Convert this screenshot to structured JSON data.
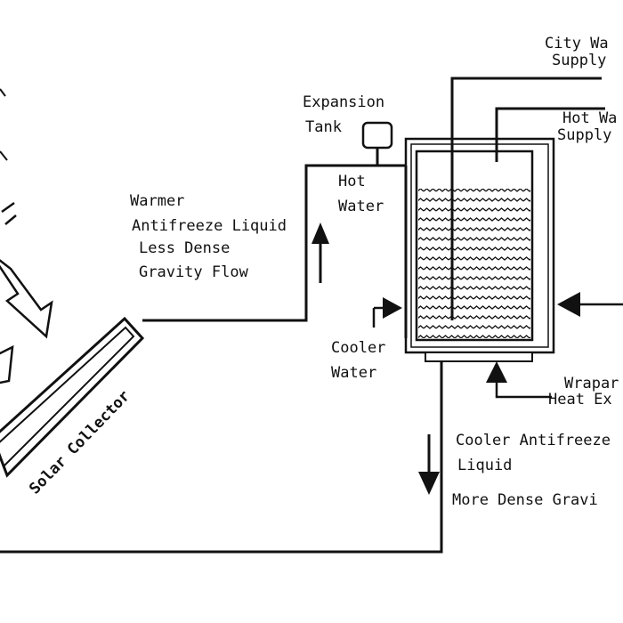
{
  "labels": {
    "city_water_supply": [
      "City Wa",
      "Supply"
    ],
    "hot_water_supply": [
      "Hot Wa",
      "Supply"
    ],
    "expansion_tank": [
      "Expansion",
      "Tank"
    ],
    "hot_water": [
      "Hot",
      "Water"
    ],
    "warmer_antifreeze": [
      "Warmer",
      "Antifreeze Liquid",
      "Less Dense",
      "Gravity Flow"
    ],
    "cooler_water": [
      "Cooler",
      "Water"
    ],
    "solar_collector": "Solar Collector",
    "wraparound": "Wrapar",
    "heat_exchanger": "Heat Ex",
    "cooler_antifreeze": [
      "Cooler Antifreeze",
      "Liquid"
    ],
    "more_dense_gravity": "More Dense Gravi"
  },
  "colors": {
    "line": "#111111",
    "background": "#ffffff"
  }
}
